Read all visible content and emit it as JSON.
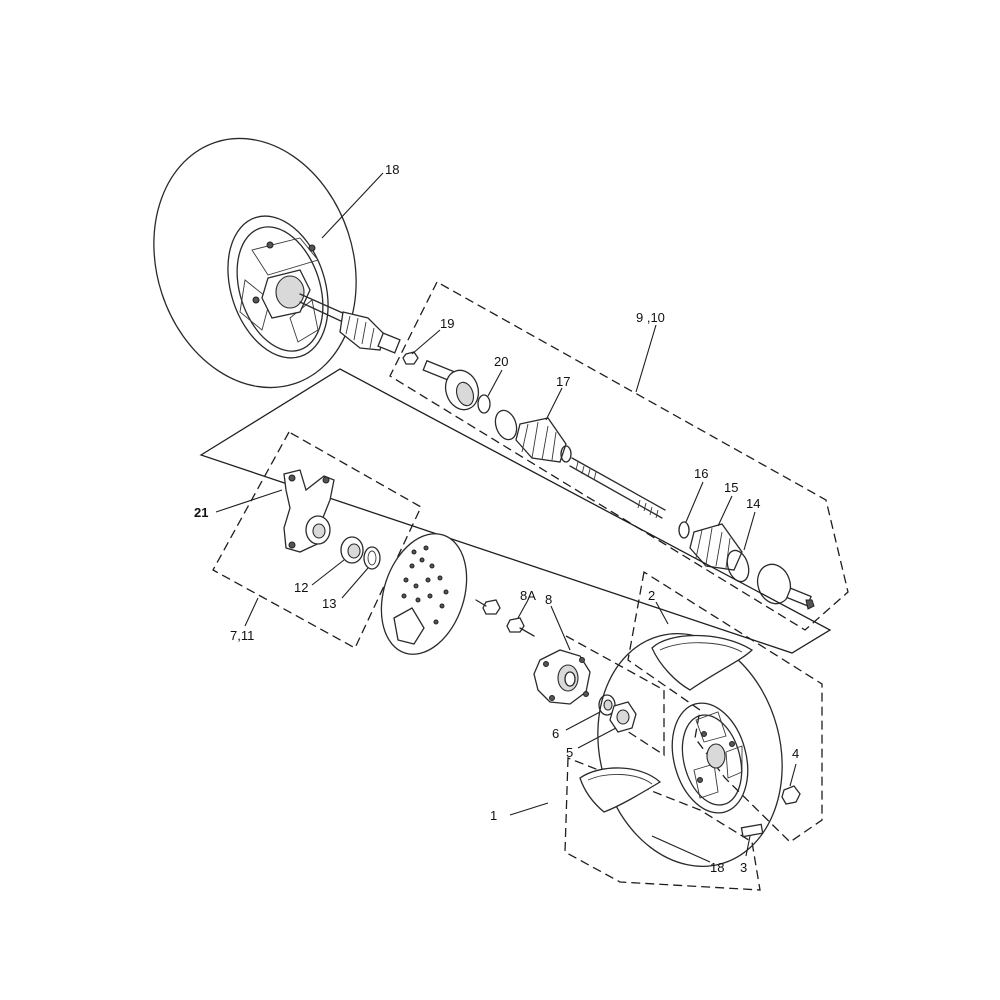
{
  "callouts": {
    "top_wheel": "18",
    "bottom_wheel": "18",
    "axle_assembly": "9 ,10",
    "nut_19": "19",
    "circlip_20": "20",
    "boot_17": "17",
    "clip_16": "16",
    "boot_15": "15",
    "band_14": "14",
    "knuckle_21": "21",
    "bearing_12": "12",
    "seal_13": "13",
    "knuckle_assembly": "7,11",
    "bolt_8a": "8A",
    "hub_8": "8",
    "washer_6": "6",
    "nut_5": "5",
    "tire_2": "2",
    "tire_1": "1",
    "nut_4": "4",
    "valve_3": "3"
  }
}
